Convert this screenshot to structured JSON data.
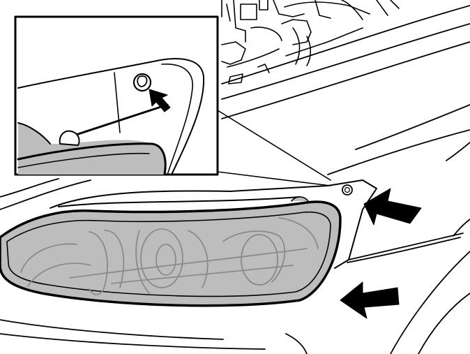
{
  "diagram": {
    "colors": {
      "background": "#ffffff",
      "outline": "#000000",
      "lens_fill": "#bdbdbd",
      "lens_detail": "#8a8a8a",
      "callout_fill": "#ffffff"
    },
    "arrows": [
      {
        "name": "upper-fastening-arrow",
        "icon": "arrow-left-icon"
      },
      {
        "name": "lower-fastening-arrow",
        "icon": "arrow-left-icon"
      },
      {
        "name": "detail-pointer-arrow",
        "icon": "arrow-up-left-icon"
      }
    ],
    "callout": {
      "icon": "magnify-detail-icon",
      "shows": "screw-hole"
    }
  }
}
